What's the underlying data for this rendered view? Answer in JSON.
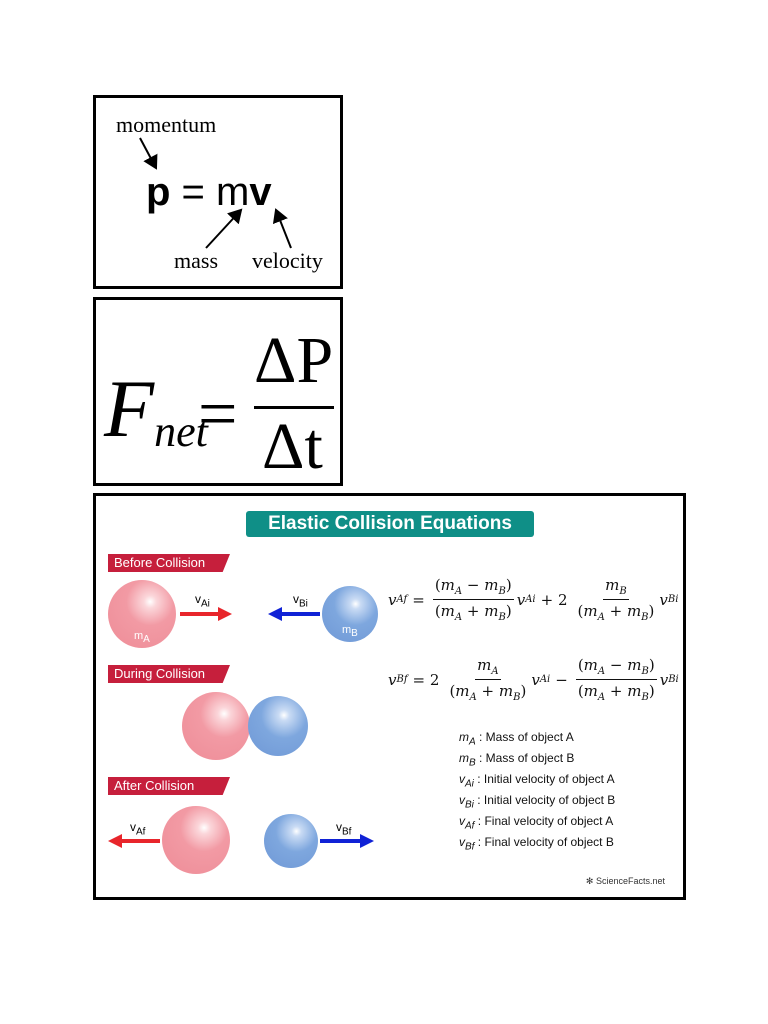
{
  "panel_momentum": {
    "label_momentum": "momentum",
    "eq_p": "p",
    "eq_equals": " = m",
    "eq_v": "v",
    "label_mass": "mass",
    "label_velocity": "velocity"
  },
  "panel_fnet": {
    "F": "F",
    "sub": "net",
    "equals": "=",
    "numerator": "ΔP",
    "denominator": "Δt"
  },
  "collision": {
    "title": "Elastic Collision Equations",
    "stages": {
      "before": "Before Collision",
      "during": "During Collision",
      "after": "After Collision"
    },
    "balls": {
      "a_label_main": "m",
      "a_label_sub": "A",
      "b_label_main": "m",
      "b_label_sub": "B"
    },
    "velocities": {
      "vAi_main": "v",
      "vAi_sub": "Ai",
      "vBi_main": "v",
      "vBi_sub": "Bi",
      "vAf_main": "v",
      "vAf_sub": "Af",
      "vBf_main": "v",
      "vBf_sub": "Bf"
    },
    "arrow_colors": {
      "a": "#e8252b",
      "b": "#1022d6"
    },
    "legend": [
      {
        "sym": "m",
        "sub": "A",
        "text": ": Mass of object A"
      },
      {
        "sym": "m",
        "sub": "B",
        "text": ": Mass of object B"
      },
      {
        "sym": "v",
        "sub": "Ai",
        "text": ": Initial velocity of object A"
      },
      {
        "sym": "v",
        "sub": "Bi",
        "text": ": Initial velocity of object B"
      },
      {
        "sym": "v",
        "sub": "Af",
        "text": ": Final velocity of object A"
      },
      {
        "sym": "v",
        "sub": "Bf",
        "text": ": Final velocity of object B"
      }
    ],
    "footer": "ScienceFacts.net"
  }
}
